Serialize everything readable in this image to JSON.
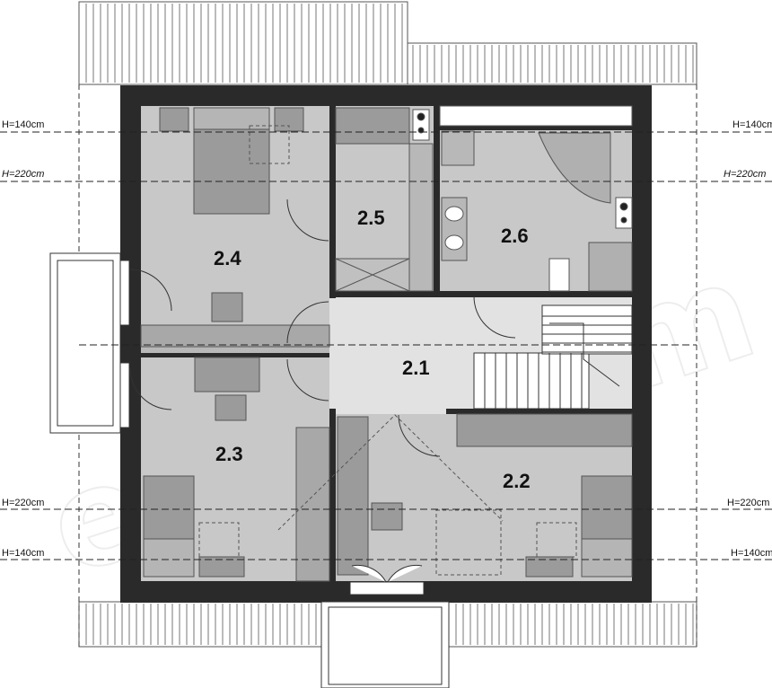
{
  "rooms": [
    {
      "id": "2.1",
      "label": "2.1"
    },
    {
      "id": "2.2",
      "label": "2.2"
    },
    {
      "id": "2.3",
      "label": "2.3"
    },
    {
      "id": "2.4",
      "label": "2.4"
    },
    {
      "id": "2.5",
      "label": "2.5"
    },
    {
      "id": "2.6",
      "label": "2.6"
    }
  ],
  "height_marks": {
    "top_140": "H=140cm",
    "top_220": "H=220cm",
    "bottom_220": "H=220cm",
    "bottom_140": "H=140cm"
  },
  "watermark": "extradom",
  "colors": {
    "wall": "#2a2a2a",
    "room_fill": "#c8c8c8",
    "hall_fill": "#e2e2e2",
    "furniture": "#9b9b9b",
    "roof": "#ffffff"
  }
}
